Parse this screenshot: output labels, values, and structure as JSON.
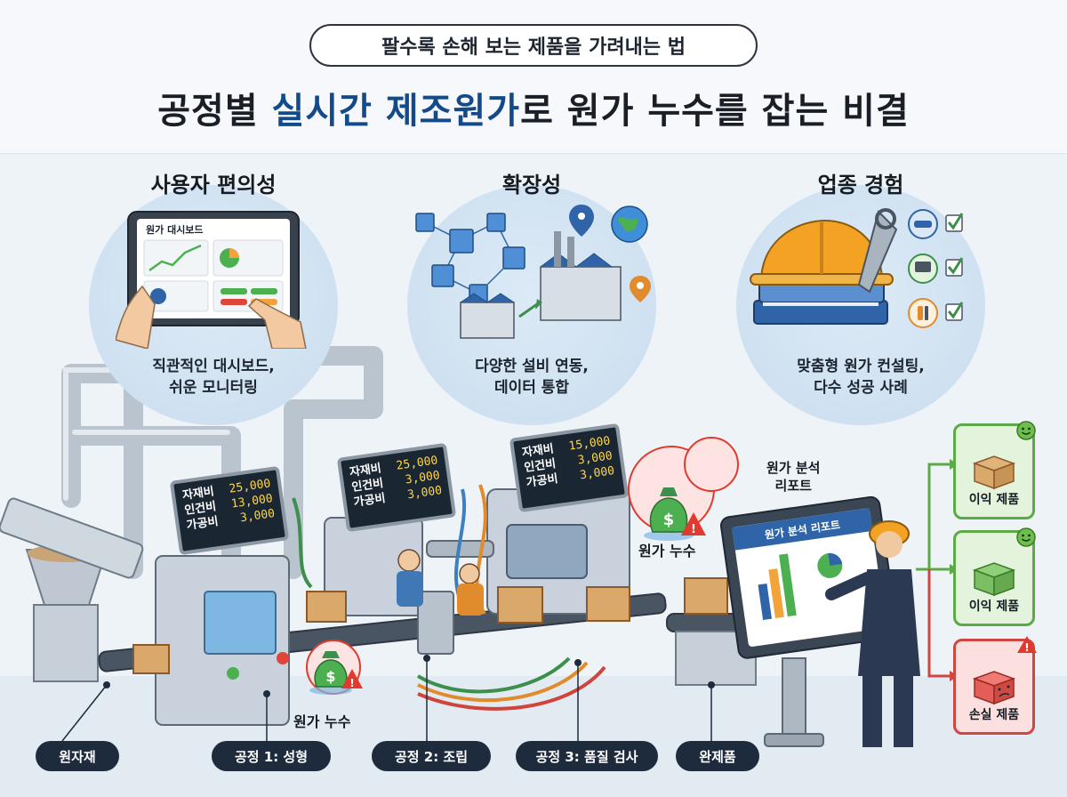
{
  "header": {
    "subtitle": "팔수록 손해 보는 제품을 가려내는 법",
    "title_prefix": "공정별 ",
    "title_accent": "실시간 제조원가",
    "title_suffix": "로 원가 누수를 잡는 비결"
  },
  "features": [
    {
      "title": "사용자 편의성",
      "dashboard_title": "원가 대시보드",
      "caption_lines": [
        "직관적인 대시보드,",
        "쉬운 모니터링"
      ]
    },
    {
      "title": "확장성",
      "caption_lines": [
        "다양한 설비 연동,",
        "데이터 통합"
      ]
    },
    {
      "title": "업종 경험",
      "caption_lines": [
        "맞춤형 원가 컨설팅,",
        "다수 성공 사례"
      ]
    }
  ],
  "monitors": [
    {
      "rows": [
        {
          "label": "자재비",
          "value": "25,000"
        },
        {
          "label": "인건비",
          "value": "13,000"
        },
        {
          "label": "가공비",
          "value": "3,000"
        }
      ]
    },
    {
      "rows": [
        {
          "label": "자재비",
          "value": "25,000"
        },
        {
          "label": "인건비",
          "value": "3,000"
        },
        {
          "label": "가공비",
          "value": "3,000"
        }
      ]
    },
    {
      "rows": [
        {
          "label": "자재비",
          "value": "15,000"
        },
        {
          "label": "인건비",
          "value": "3,000"
        },
        {
          "label": "가공비",
          "value": "3,000"
        }
      ]
    }
  ],
  "leaks": [
    {
      "label": "원가 누수"
    },
    {
      "label": "원가 누수"
    }
  ],
  "report": {
    "label_lines": [
      "원가 분석",
      "리포트"
    ],
    "screen_title": "원가 분석 리포트"
  },
  "results": [
    {
      "label": "이익 제품",
      "status": "profit",
      "face_icon": "smile-icon"
    },
    {
      "label": "이익 제품",
      "status": "profit",
      "face_icon": "smile-icon"
    },
    {
      "label": "손실 제품",
      "status": "loss",
      "face_icon": "frown-icon"
    }
  ],
  "stages": [
    {
      "label": "원자재"
    },
    {
      "label": "공정 1: 성형"
    },
    {
      "label": "공정 2: 조립"
    },
    {
      "label": "공정 3: 품질 검사"
    },
    {
      "label": "완제품"
    }
  ],
  "colors": {
    "accent": "#134a8a",
    "label_bg": "#1e2b3d",
    "value_text": "#ffd64a",
    "profit": "#5caa46",
    "loss": "#d04641",
    "warning": "#e03a2f"
  }
}
